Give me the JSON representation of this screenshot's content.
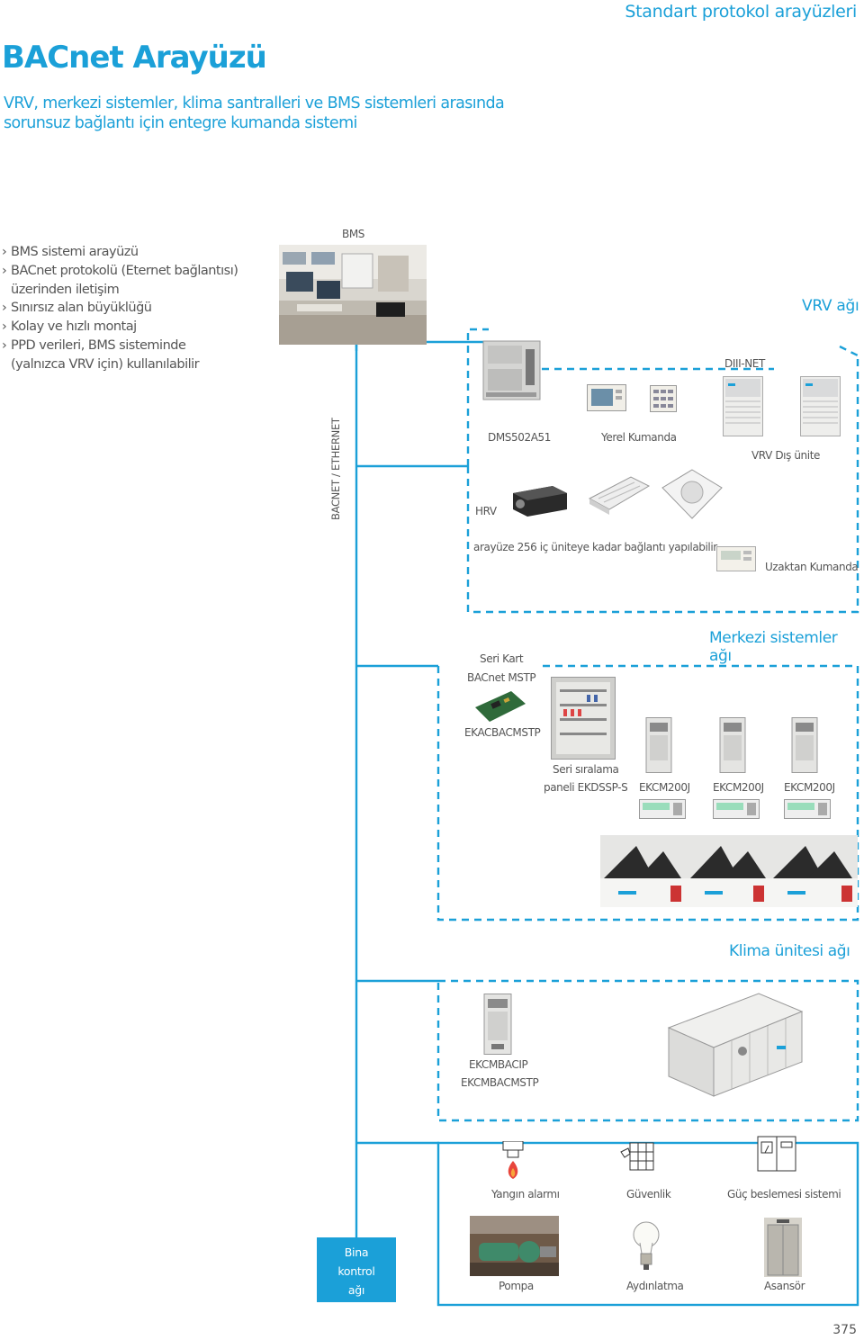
{
  "section_label": "Standart protokol arayüzleri",
  "title": "BACnet Arayüzü",
  "subtitle_line1": "VRV, merkezi sistemler, klima santralleri ve BMS sistemleri arasında",
  "subtitle_line2": "sorunsuz bağlantı için entegre kumanda sistemi",
  "features": [
    "BMS sistemi arayüzü",
    "BACnet protokolü (Eternet bağlantısı)",
    "üzerinden iletişim",
    "Sınırsız alan büyüklüğü",
    "Kolay ve hızlı montaj",
    "PPD verileri, BMS sisteminde",
    "(yalnızca VRV için) kullanılabilir"
  ],
  "diagram": {
    "bms": "BMS",
    "bus": "BACNET / ETHERNET",
    "vrv_network": "VRV ağı",
    "dIII_net": "DIII-NET",
    "dms": "DMS502A51",
    "local_control": "Yerel Kumanda",
    "vrv_outdoor": "VRV Dış ünite",
    "hrv": "HRV",
    "capacity_note": "arayüze 256 iç üniteye kadar bağlantı yapılabilir",
    "remote_control": "Uzaktan Kumanda",
    "central_network": "Merkezi sistemler ağı",
    "serial_card": "Seri Kart",
    "bacnet_mstp": "BACnet MSTP",
    "ekacbacmstp": "EKACBACMSTP",
    "serial_panel_line1": "Seri sıralama",
    "serial_panel_line2": "paneli EKDSSP-S",
    "ekcm_1": "EKCM200J",
    "ekcm_2": "EKCM200J",
    "ekcm_3": "EKCM200J",
    "chiller_network": "Klima ünitesi ağı",
    "ekcmbacip": "EKCMBACIP",
    "ekcmbacmstp": "EKCMBACMSTP",
    "fire_alarm": "Yangın alarmı",
    "security": "Güvenlik",
    "power_supply": "Güç beslemesi sistemi",
    "building_control_1": "Bina",
    "building_control_2": "kontrol",
    "building_control_3": "ağı",
    "pump": "Pompa",
    "lighting": "Aydınlatma",
    "elevator": "Asansör"
  },
  "colors": {
    "accent": "#1ba0d8",
    "dashed_line": "#1ba0d8",
    "building_box": "#1ba0d8"
  },
  "page_number": "375"
}
